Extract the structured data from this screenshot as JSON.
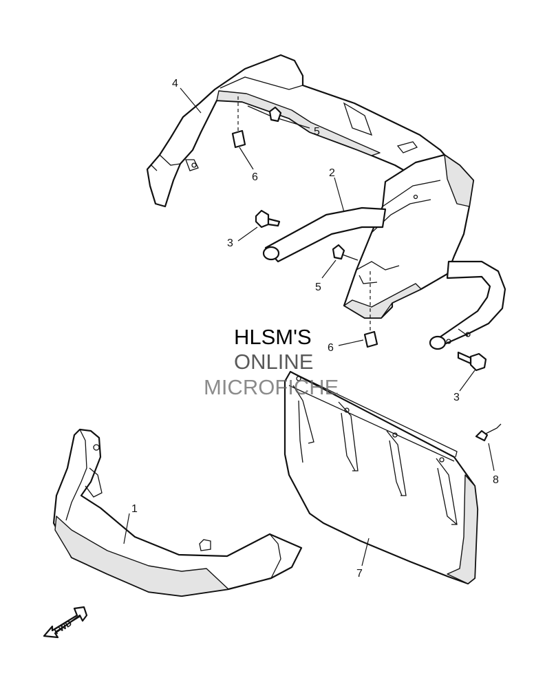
{
  "callouts": {
    "c1": "1",
    "c2": "2",
    "c3a": "3",
    "c3b": "3",
    "c4": "4",
    "c5a": "5",
    "c5b": "5",
    "c6a": "6",
    "c6b": "6",
    "c7": "7",
    "c8": "8"
  },
  "watermark": {
    "line1": "HLSM'S",
    "line2": "ONLINE",
    "line3": "MICROFICHE"
  },
  "direction_badge": {
    "label": "FWD",
    "icon": "fwd-arrow-icon"
  },
  "colors": {
    "ink": "#111111",
    "shade": "#e4e4e4",
    "background": "#ffffff"
  }
}
